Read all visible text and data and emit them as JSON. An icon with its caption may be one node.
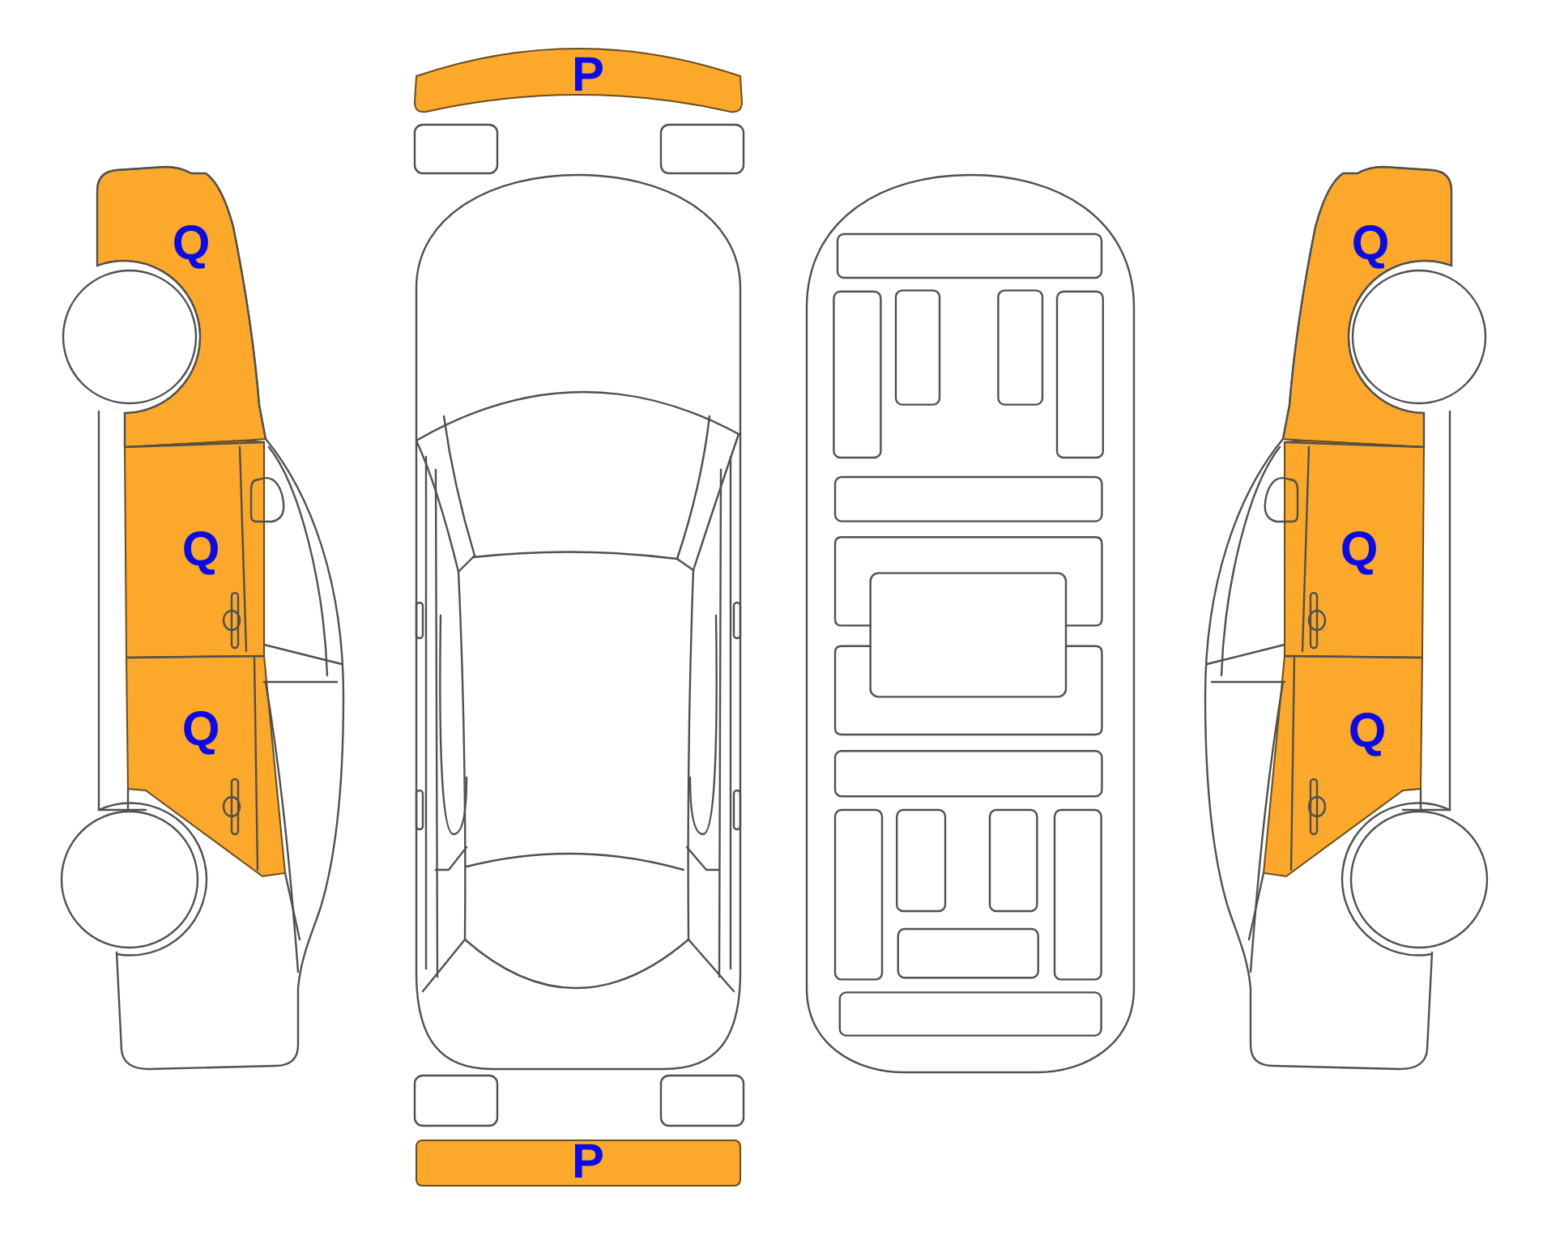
{
  "diagram": {
    "nodes": [
      {
        "text": [
          "P"
        ]
      },
      {
        "text": [
          "Q"
        ]
      },
      {
        "text": [
          "Q"
        ]
      },
      {
        "text": [
          "Q"
        ]
      },
      {
        "text": [
          "Q"
        ]
      },
      {
        "text": [
          "Q"
        ]
      },
      {
        "text": [
          "Q"
        ]
      },
      {
        "text": [
          "P"
        ]
      }
    ]
  }
}
